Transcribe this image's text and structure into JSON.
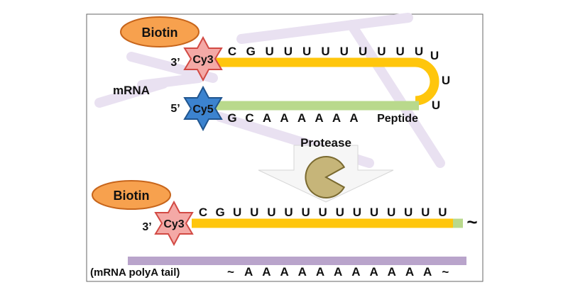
{
  "colors": {
    "biotin_fill": "#F7A14E",
    "biotin_stroke": "#C7651B",
    "cy3_fill": "#F4A9A6",
    "cy3_stroke": "#D24A44",
    "cy5_fill": "#3C83CF",
    "cy5_stroke": "#20558F",
    "mrna_strand": "#FFC60C",
    "peptide_strand": "#B9D98C",
    "polya_bar": "#B9A4CB",
    "watermark": "#E9E1F1",
    "protease_fill": "#C6B579",
    "protease_stroke": "#7A6A30",
    "arrow_fill": "#F6F6F6",
    "arrow_stroke": "#D6D6D6"
  },
  "top": {
    "biotin": "Biotin",
    "prime3": "3’",
    "cy3": "Cy3",
    "prime5": "5’",
    "cy5": "Cy5",
    "mrna_label": "mRNA",
    "upper_seq": [
      "C",
      "G",
      "U",
      "U",
      "U",
      "U",
      "U",
      "U",
      "U",
      "U",
      "U"
    ],
    "loop_seq": [
      "U",
      "U",
      "U"
    ],
    "lower_seq": [
      "G",
      "C",
      "A",
      "A",
      "A",
      "A",
      "A",
      "A"
    ],
    "peptide": "Peptide"
  },
  "protease": "Protease",
  "bottom": {
    "biotin": "Biotin",
    "prime3": "3’",
    "cy3": "Cy3",
    "seq": [
      "C",
      "G",
      "U",
      "U",
      "U",
      "U",
      "U",
      "U",
      "U",
      "U",
      "U",
      "U",
      "U",
      "U",
      "U"
    ],
    "tilde_end": "~",
    "polya_label": "(mRNA polyA tail)",
    "polya_seq": [
      "~",
      "A",
      "A",
      "A",
      "A",
      "A",
      "A",
      "A",
      "A",
      "A",
      "A",
      "A",
      "~"
    ]
  }
}
